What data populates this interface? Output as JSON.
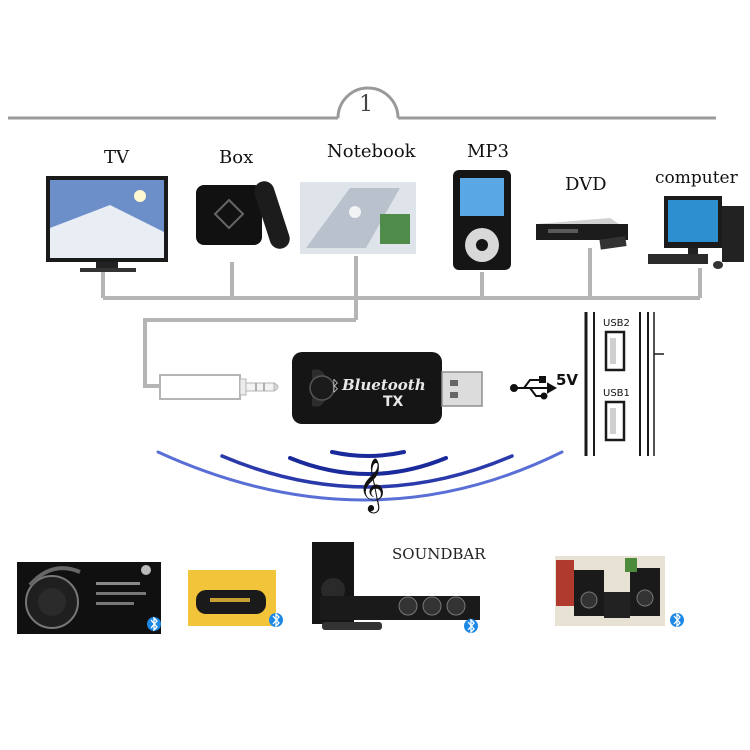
{
  "header": {
    "step_number": "1"
  },
  "sources": [
    {
      "label": "TV"
    },
    {
      "label": "Box"
    },
    {
      "label": "Notebook"
    },
    {
      "label": "MP3"
    },
    {
      "label": "DVD"
    },
    {
      "label": "computer"
    }
  ],
  "dongle": {
    "line1": "Bluetooth",
    "line2": "TX",
    "power": "5V"
  },
  "ports": {
    "usb2": "USB2",
    "usb1": "USB1"
  },
  "receivers": {
    "soundbar_label": "SOUNDBAR"
  },
  "colors": {
    "line": "#b5b5b5",
    "wave_dark": "#1b2a9a",
    "wave_light": "#5a6fd6",
    "bt_blue": "#1e88e5"
  }
}
